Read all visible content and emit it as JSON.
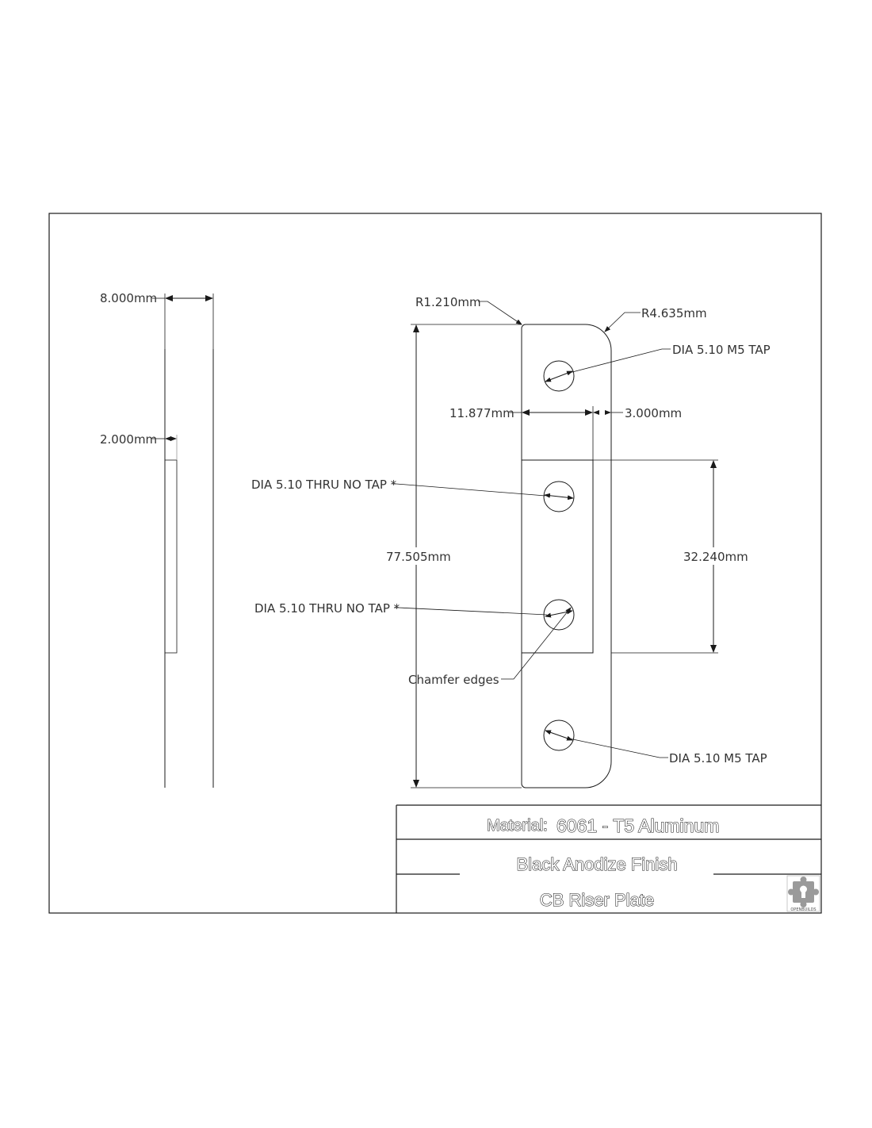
{
  "side_view": {
    "thickness_label": "8.000mm",
    "pocket_depth_label": "2.000mm"
  },
  "front_view": {
    "corner_small_radius": "R1.210mm",
    "corner_large_radius": "R4.635mm",
    "top_hole_note": "DIA 5.10 M5 TAP",
    "pocket_width_label": "11.877mm",
    "edge_width_label": "3.000mm",
    "middle_hole_1_note": "DIA 5.10 THRU NO TAP *",
    "middle_hole_2_note": "DIA 5.10 THRU NO TAP *",
    "overall_height_label": "77.505mm",
    "pocket_height_label": "32.240mm",
    "chamfer_note": "Chamfer edges",
    "bottom_hole_note": "DIA 5.10 M5 TAP"
  },
  "title_block": {
    "material_label": "Material:",
    "material_value": "6061 - T5 Aluminum",
    "finish": "Black Anodize Finish",
    "part_name": "CB Riser Plate",
    "logo_text": "OPENBUILDS",
    "logo_icon": "puzzle-piece-icon"
  },
  "colors": {
    "line": "#1a1a1a",
    "text": "#333333"
  }
}
